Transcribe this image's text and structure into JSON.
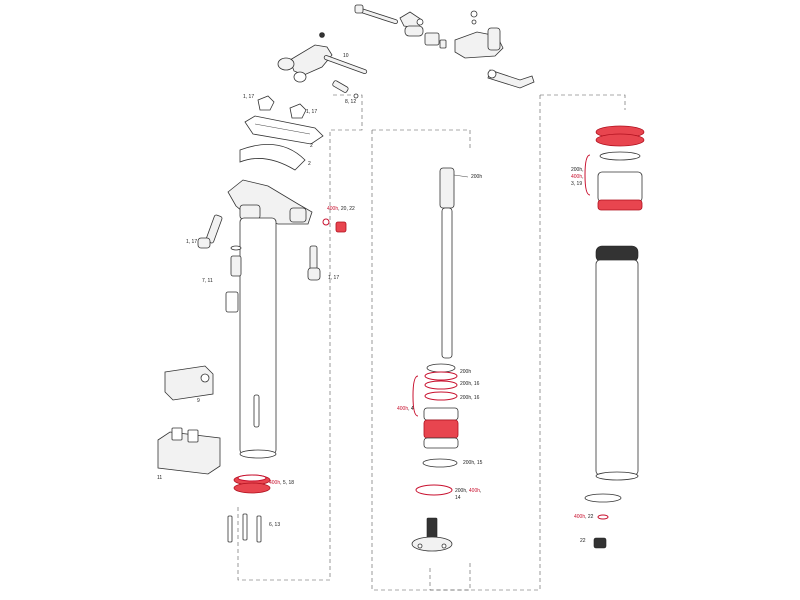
{
  "callouts": {
    "remote_lever": "10",
    "cable_barrel": "8, 12",
    "clamp_bolt_top_a": "1, 17",
    "clamp_bolt_top_b": "1, 17",
    "saddle_clamp_upper": "2",
    "saddle_clamp_lower": "2",
    "head_bolt_left": "1, 17",
    "head_bolt_right": "1, 17",
    "head_nut_red": "400h",
    "head_nut_rest": ", 20, 22",
    "actuator": "7, 11",
    "clamp_block": "9",
    "vise_block": "11",
    "lower_seal_red": "400h",
    "lower_seal_rest": ", 5, 18",
    "keys": "6, 13",
    "cartridge": "200h",
    "c_ring1": "200h",
    "c_ring2": "200h, 16",
    "c_ring3": "200h, 16",
    "c_stack_red": "400h",
    "c_stack_rest": ", 4",
    "c_ring4": "200h, 15",
    "c_cap_a": "200h, ",
    "c_cap_red": "400h",
    "c_cap_rest": ",",
    "c_cap_b": "14",
    "collar_a": "200h,",
    "collar_red": "400h",
    "collar_rest": ",",
    "collar_b": "3, 19",
    "bottom_ring_red": "400h",
    "bottom_ring_rest": ", 22",
    "end_cap": "22"
  },
  "colors": {
    "service_red": "#c8102e",
    "line": "#333333"
  }
}
